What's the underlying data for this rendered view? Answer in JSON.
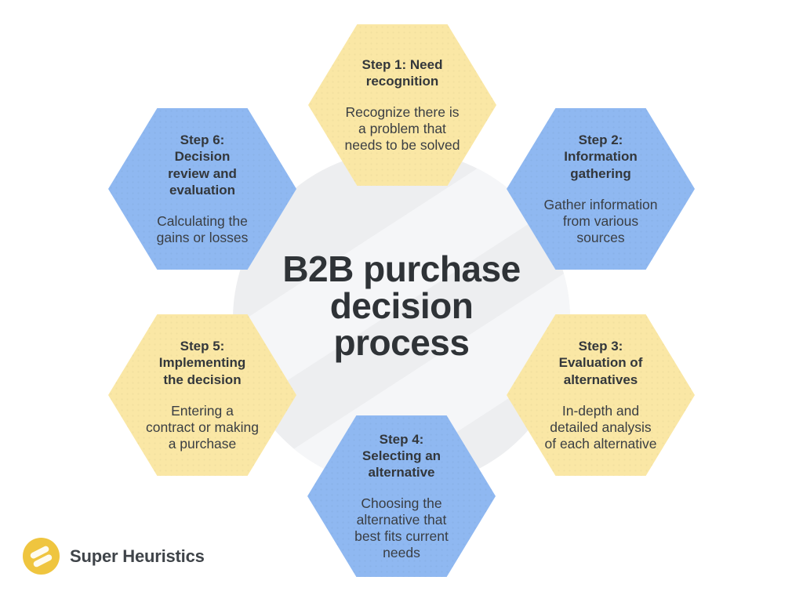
{
  "title": "B2B purchase\ndecision\nprocess",
  "brand": {
    "name": "Super Heuristics"
  },
  "colors": {
    "yellow": "#FAE7A5",
    "blue": "#8FB8F1",
    "heading_text": "#33373B",
    "body_text": "#3A3E43",
    "logo_gold": "#EFC53F",
    "watermark_gray": "#EDEEF0",
    "title_text": "#2F3337"
  },
  "steps": [
    {
      "heading": "Step 1: Need\nrecognition",
      "body": "Recognize there is\na problem that\nneeds to be solved",
      "color": "yellow"
    },
    {
      "heading": "Step 2:\nInformation\ngathering",
      "body": "Gather information\nfrom various\nsources",
      "color": "blue"
    },
    {
      "heading": "Step 3:\nEvaluation of\nalternatives",
      "body": "In-depth and\ndetailed analysis\nof each alternative",
      "color": "yellow"
    },
    {
      "heading": "Step 4:\nSelecting an\nalternative",
      "body": "Choosing the\nalternative that\nbest fits current\nneeds",
      "color": "blue"
    },
    {
      "heading": "Step 5:\nImplementing\nthe decision",
      "body": "Entering a\ncontract or making\na purchase",
      "color": "yellow"
    },
    {
      "heading": "Step 6:\nDecision\nreview and\nevaluation",
      "body": "Calculating the\ngains or losses",
      "color": "blue"
    }
  ]
}
